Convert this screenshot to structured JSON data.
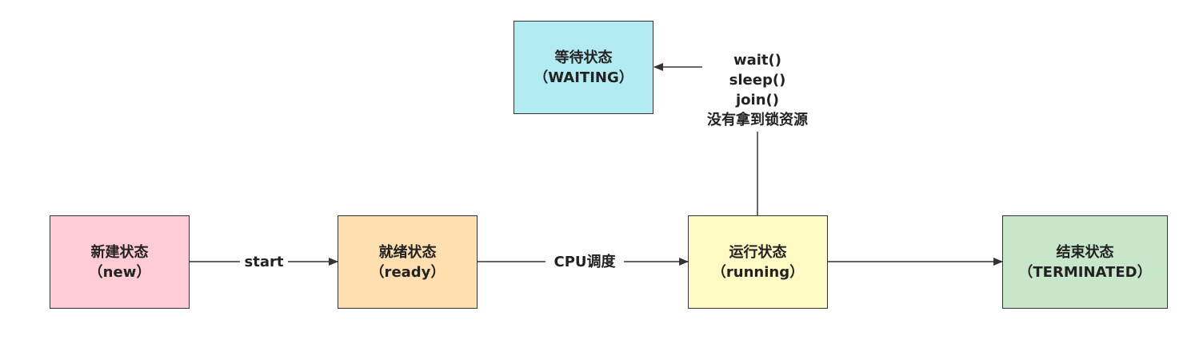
{
  "colors": {
    "new": "#ffccd5",
    "ready": "#ffdfb0",
    "running": "#fff9c4",
    "waiting": "#b3ebf2",
    "terminated": "#c8e6c9",
    "stroke": "#333333",
    "text": "#222222"
  },
  "nodes": {
    "new": {
      "line1": "新建状态",
      "line2": "（new）"
    },
    "ready": {
      "line1": "就绪状态",
      "line2": "（ready）"
    },
    "running": {
      "line1": "运行状态",
      "line2": "（running）"
    },
    "waiting": {
      "line1": "等待状态",
      "line2": "（WAITING）"
    },
    "terminated": {
      "line1": "结束状态",
      "line2": "（TERMINATED）"
    }
  },
  "edges": {
    "new_to_ready": "start",
    "ready_to_running": "CPU调度",
    "running_to_waiting": [
      "wait()",
      "sleep()",
      "join()",
      "没有拿到锁资源"
    ]
  }
}
